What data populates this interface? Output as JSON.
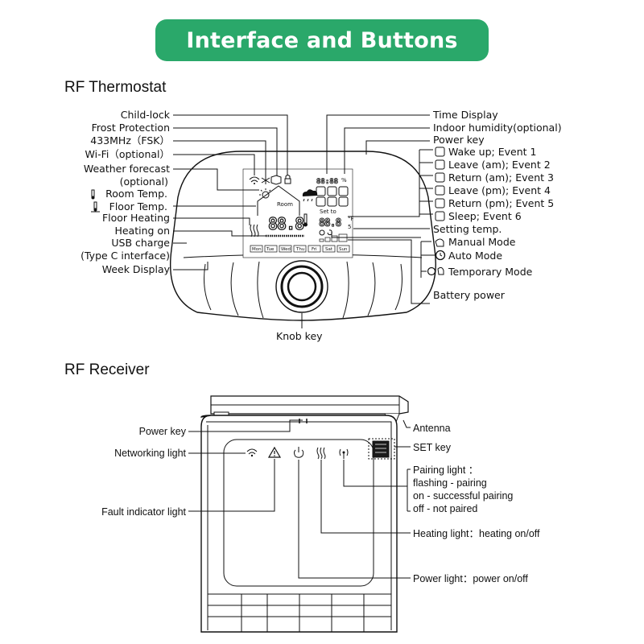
{
  "banner": {
    "title": "Interface and Buttons"
  },
  "sections": {
    "thermostat": "RF Thermostat",
    "receiver": "RF Receiver"
  },
  "thermostat": {
    "left_labels": [
      "Child-lock",
      "Frost Protection",
      "433MHz（FSK）",
      "Wi-Fi（optional）",
      "Weather forecast",
      "(optional)",
      "Room Temp.",
      "Floor Temp.",
      "Floor Heating",
      "Heating on",
      "USB charge",
      "(Type C interface)",
      "Week Display"
    ],
    "right_labels": [
      "Time Display",
      "Indoor humidity(optional)",
      "Power key",
      "Wake up; Event 1",
      "Leave (am); Event 2",
      "Return (am); Event 3",
      "Leave (pm); Event 4",
      "Return (pm); Event 5",
      "Sleep; Event 6",
      "Setting temp.",
      "Manual Mode",
      "Auto Mode",
      "Temporary Mode",
      "Battery power"
    ],
    "bottom_label": "Knob key",
    "lcd": {
      "room": "Room",
      "set_to": "Set to",
      "main_digits": "88.8",
      "set_digits": "88.8",
      "clock_digits": "88:88",
      "days": [
        "Mon",
        "Tue",
        "Wed",
        "Thu",
        "Fri",
        "Sat",
        "Sun"
      ]
    }
  },
  "receiver": {
    "left_labels": [
      "Power key",
      "Networking light",
      "Fault indicator light"
    ],
    "right_labels": [
      "Antenna",
      "SET key",
      "Pairing light ：",
      "flashing - pairing",
      "on - successful pairing",
      "off - not paired",
      "Heating light：heating on/off",
      "Power light：power on/off"
    ]
  },
  "colors": {
    "banner": "#2aa86a",
    "banner_text": "#ffffff",
    "lines": "#111111"
  }
}
